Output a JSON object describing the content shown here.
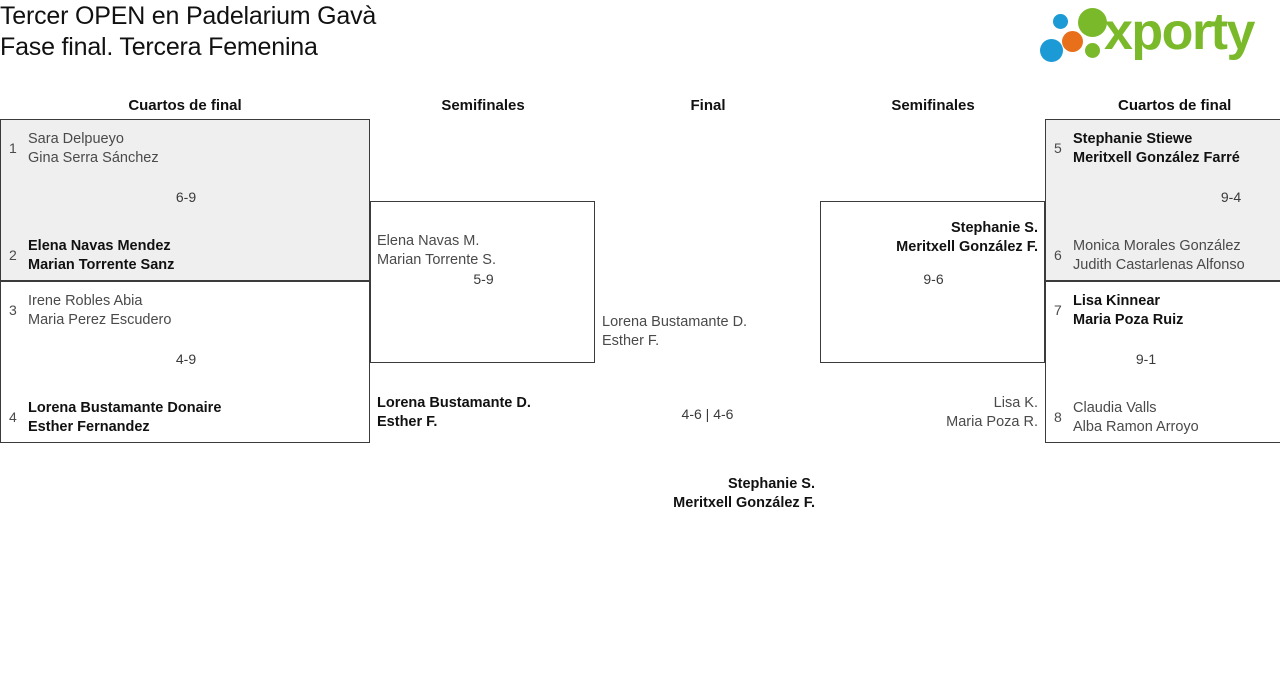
{
  "header": {
    "title_line1": "Tercer OPEN en Padelarium Gavà",
    "title_line2": "Fase final. Tercera Femenina",
    "logo_wordmark": "xporty"
  },
  "rounds": [
    {
      "label": "Cuartos de final"
    },
    {
      "label": "Semifinales"
    },
    {
      "label": "Final"
    },
    {
      "label": "Semifinales"
    },
    {
      "label": "Cuartos de final"
    }
  ],
  "matches": {
    "qf1": {
      "score": "6-9",
      "top": {
        "seed": "1",
        "p1": "Sara Delpueyo",
        "p2": "Gina Serra Sánchez",
        "winner": false
      },
      "bottom": {
        "seed": "2",
        "p1": "Elena Navas Mendez",
        "p2": "Marian Torrente Sanz",
        "winner": true
      }
    },
    "qf2": {
      "score": "4-9",
      "top": {
        "seed": "3",
        "p1": "Irene Robles Abia",
        "p2": "Maria Perez Escudero",
        "winner": false
      },
      "bottom": {
        "seed": "4",
        "p1": "Lorena Bustamante Donaire",
        "p2": "Esther Fernandez",
        "winner": true
      }
    },
    "sf_left": {
      "score": "5-9",
      "top": {
        "p1": "Elena Navas M.",
        "p2": "Marian Torrente S.",
        "winner": false
      },
      "bottom": {
        "p1": "Lorena Bustamante D.",
        "p2": "Esther F.",
        "winner": true
      }
    },
    "final": {
      "score": "4-6 | 4-6",
      "top": {
        "p1": "Lorena Bustamante D.",
        "p2": "Esther F.",
        "winner": false
      },
      "bottom": {
        "p1": "Stephanie S.",
        "p2": "Meritxell González F.",
        "winner": true
      }
    },
    "sf_right": {
      "score": "9-6",
      "top": {
        "p1": "Stephanie S.",
        "p2": "Meritxell González F.",
        "winner": true
      },
      "bottom": {
        "p1": "Lisa K.",
        "p2": "Maria Poza R.",
        "winner": false
      }
    },
    "qf3": {
      "score": "9-4",
      "top": {
        "seed": "5",
        "p1": "Stephanie Stiewe",
        "p2": "Meritxell González Farré",
        "winner": true
      },
      "bottom": {
        "seed": "6",
        "p1": "Monica Morales González",
        "p2": "Judith Castarlenas Alfonso",
        "winner": false
      }
    },
    "qf4": {
      "score": "9-1",
      "top": {
        "seed": "7",
        "p1": "Lisa Kinnear",
        "p2": "Maria Poza Ruiz",
        "winner": true
      },
      "bottom": {
        "seed": "8",
        "p1": "Claudia Valls",
        "p2": "Alba Ramon Arroyo",
        "winner": false
      }
    }
  },
  "colors": {
    "logo_green": "#7ab929",
    "logo_blue": "#1b9ad6",
    "logo_orange": "#e8701a",
    "shaded_row": "#efefef",
    "border": "#3b3b3b"
  }
}
